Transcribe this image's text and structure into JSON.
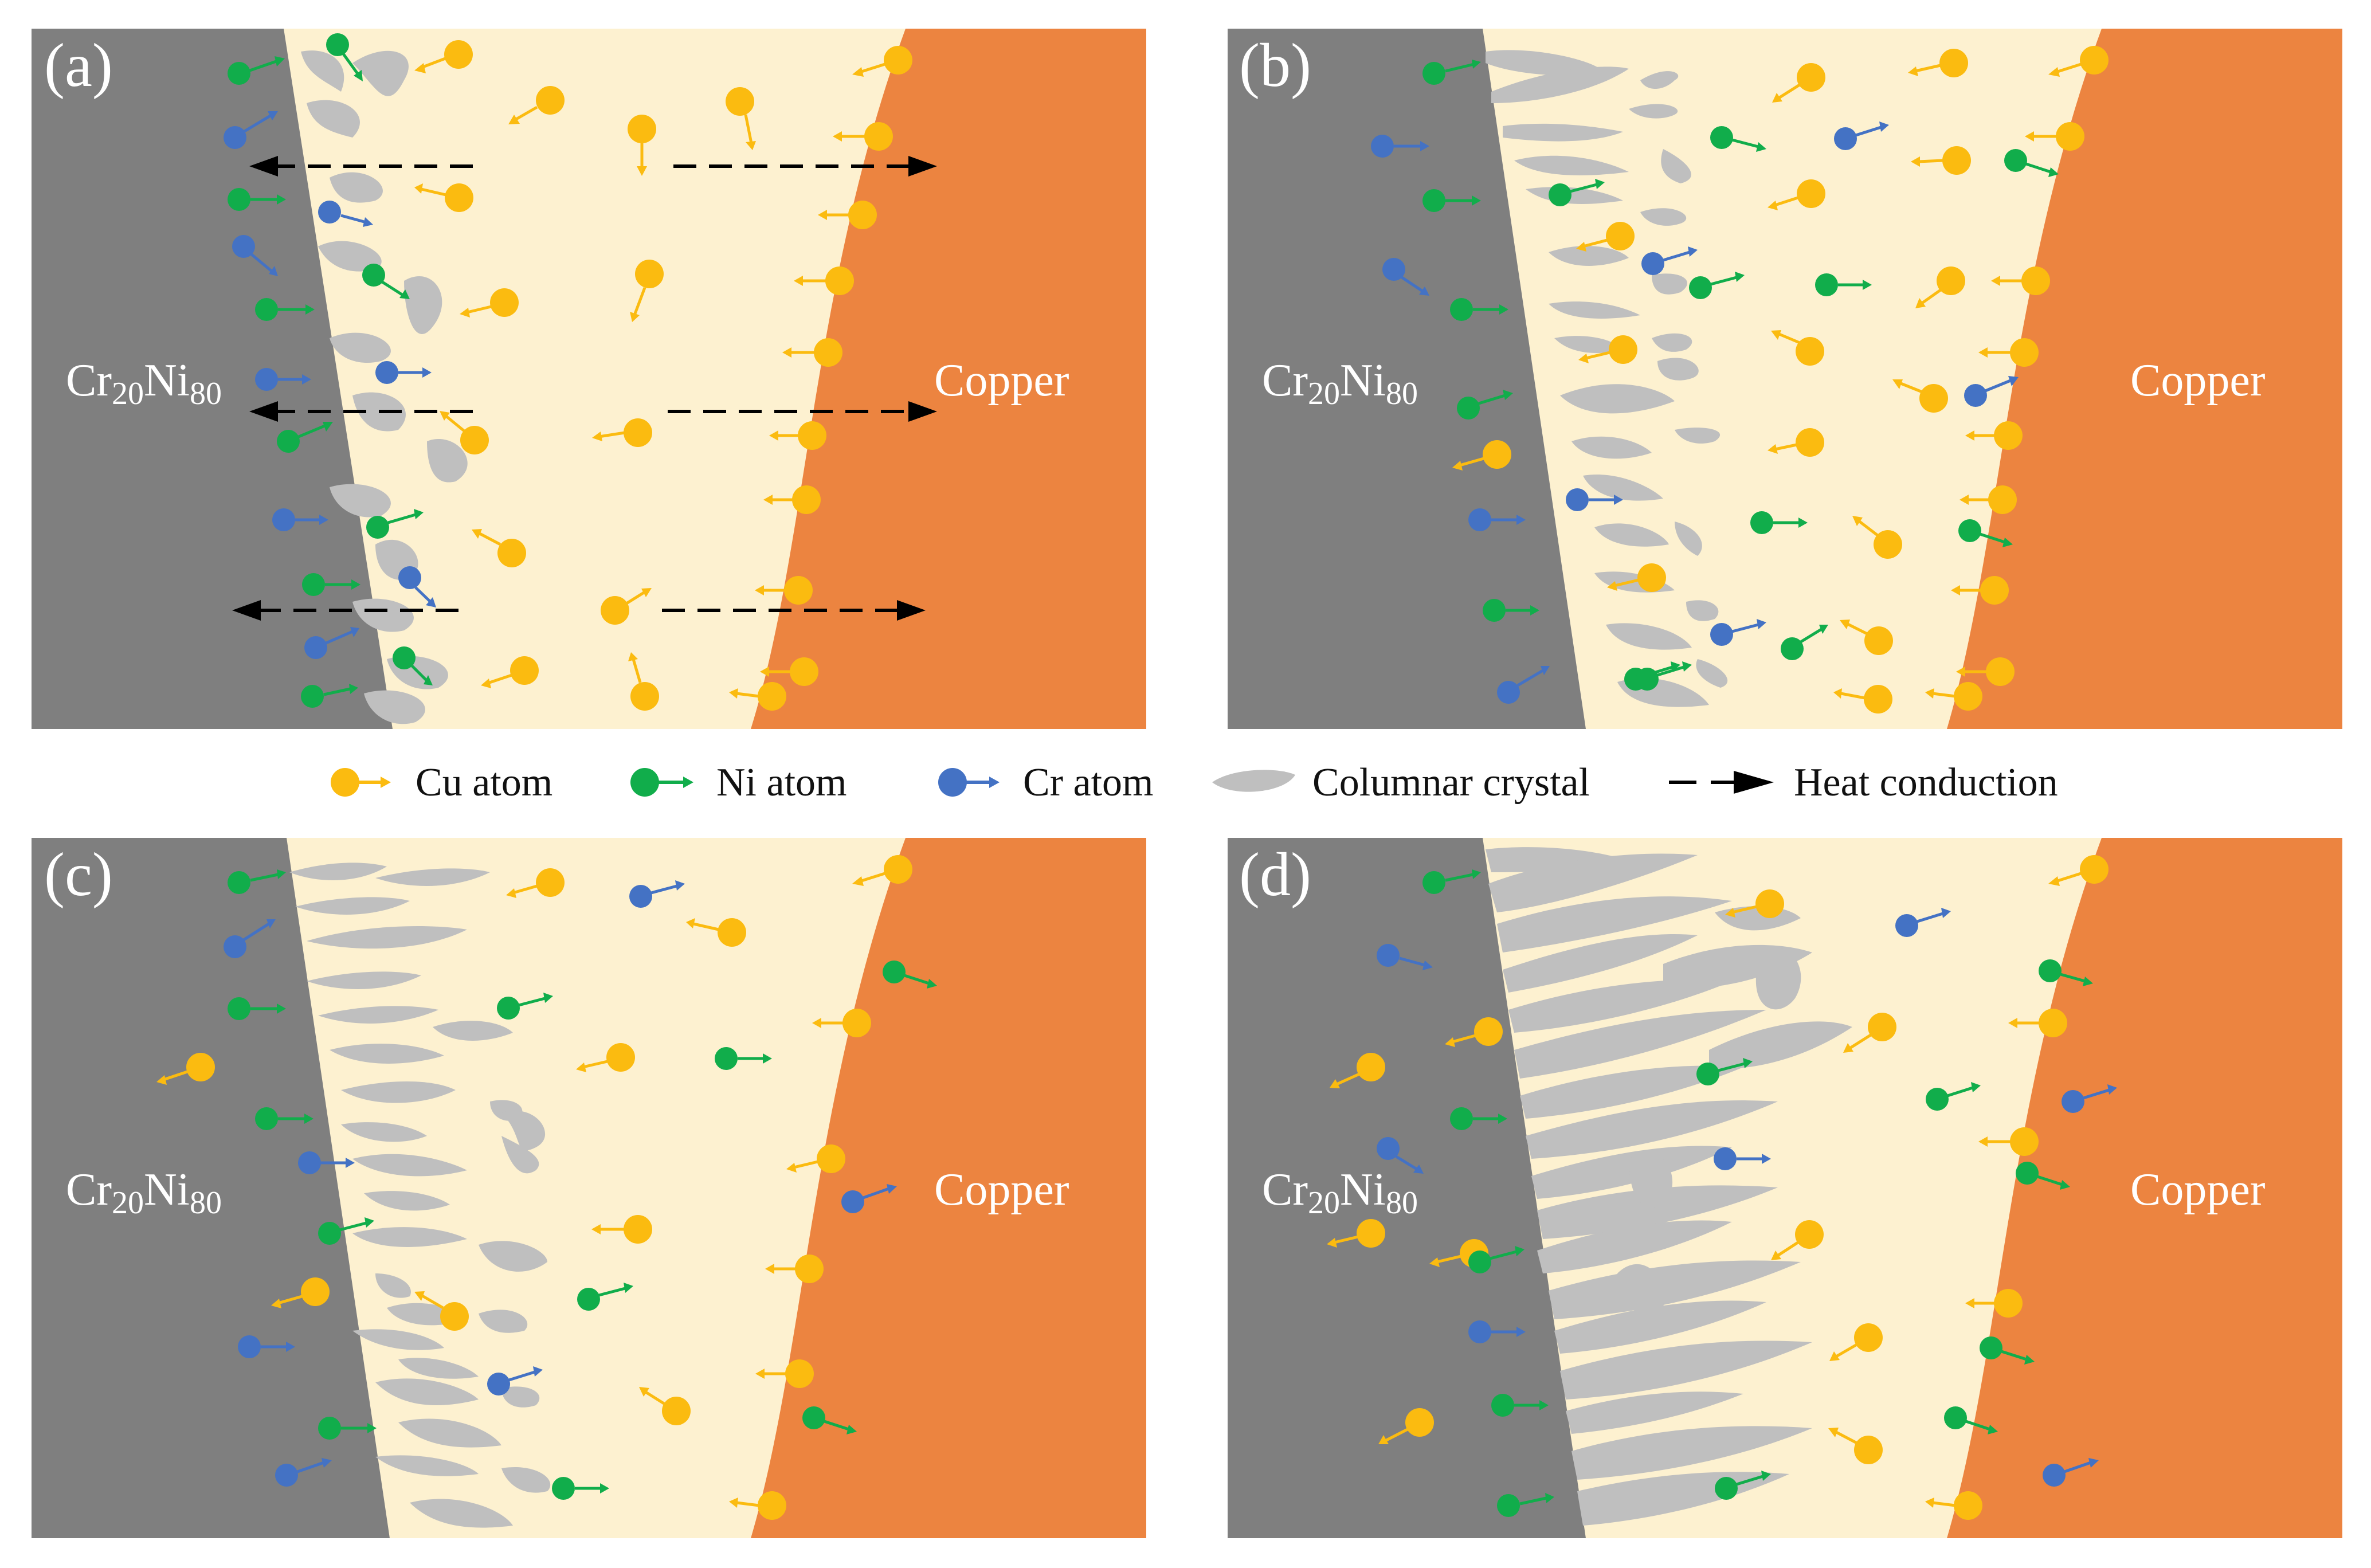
{
  "panels": [
    {
      "id": "a",
      "label": "(a)",
      "left_label": "Cr",
      "left_sub1": "20",
      "left_mid": "Ni",
      "left_sub2": "80",
      "right_label": "Copper"
    },
    {
      "id": "b",
      "label": "(b)",
      "left_label": "Cr",
      "left_sub1": "20",
      "left_mid": "Ni",
      "left_sub2": "80",
      "right_label": "Copper"
    },
    {
      "id": "c",
      "label": "(c)",
      "left_label": "Cr",
      "left_sub1": "20",
      "left_mid": "Ni",
      "left_sub2": "80",
      "right_label": "Copper"
    },
    {
      "id": "d",
      "label": "(d)",
      "left_label": "Cr",
      "left_sub1": "20",
      "left_mid": "Ni",
      "left_sub2": "80",
      "right_label": "Copper"
    }
  ],
  "legend": {
    "cu": "Cu atom",
    "ni": "Ni atom",
    "cr": "Cr atom",
    "crystal": "Columnar crystal",
    "heat": "Heat conduction"
  },
  "colors": {
    "alloy": "#7f7f7f",
    "melt": "#fdf1d0",
    "copper": "#ec8440",
    "cu_atom": "#fbbb10",
    "ni_atom": "#11ad4b",
    "cr_atom": "#4472c4",
    "crystal": "#bfbfbf",
    "heat_arrow": "#000000"
  }
}
